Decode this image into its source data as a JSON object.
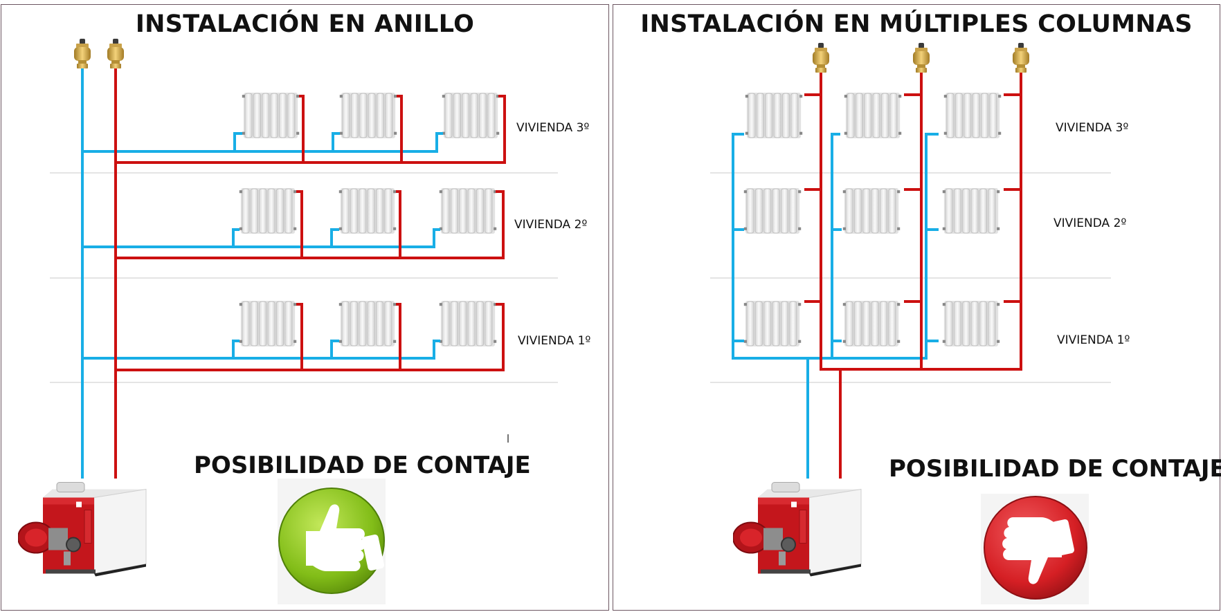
{
  "left_panel": {
    "title": "INSTALACIÓN EN ANILLO",
    "levels": [
      "VIVIENDA 3º",
      "VIVIENDA 2º",
      "VIVIENDA 1º"
    ],
    "metering": "POSIBILIDAD DE CONTAJE",
    "verdict_icon": "thumbs-up-icon"
  },
  "right_panel": {
    "title": "INSTALACIÓN EN MÚLTIPLES COLUMNAS",
    "levels": [
      "VIVIENDA 3º",
      "VIVIENDA 2º",
      "VIVIENDA 1º"
    ],
    "metering": "POSIBILIDAD DE CONTAJE",
    "verdict_icon": "thumbs-down-icon"
  },
  "colors": {
    "supply_pipe": "#cc1010",
    "return_pipe": "#18aee6",
    "thumbs_up": "#86c21c",
    "thumbs_down": "#d71f24",
    "boiler": "#c4161c"
  }
}
